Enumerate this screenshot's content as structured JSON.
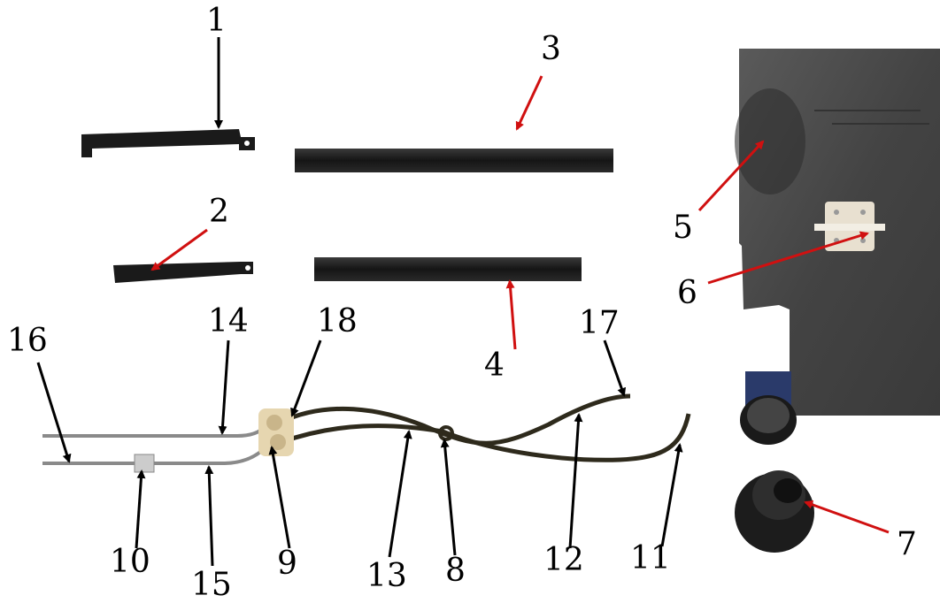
{
  "labels": {
    "l1": "1",
    "l2": "2",
    "l3": "3",
    "l4": "4",
    "l5": "5",
    "l6": "6",
    "l7": "7",
    "l8": "8",
    "l9": "9",
    "l10": "10",
    "l11": "11",
    "l12": "12",
    "l13": "13",
    "l14": "14",
    "l15": "15",
    "l16": "16",
    "l17": "17",
    "l18": "18"
  },
  "colors": {
    "black_arrow": "#000000",
    "red_arrow": "#d01010",
    "part_dark": "#1c1c1c",
    "tank": "#4a4a4a",
    "hose": "#2e2a1c",
    "cable": "#8a8a8a",
    "clip": "#e8e0d0"
  }
}
